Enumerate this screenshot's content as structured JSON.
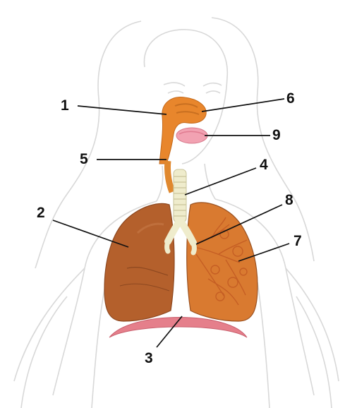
{
  "labels": {
    "l1": "1",
    "l2": "2",
    "l3": "3",
    "l4": "4",
    "l5": "5",
    "l6": "6",
    "l7": "7",
    "l8": "8",
    "l9": "9"
  },
  "colors": {
    "outline": "#d6d6d6",
    "lung": "#b5622e",
    "lung_dark": "#8f4a22",
    "lung_right_fill": "#d9782f",
    "nasal": "#e98a2a",
    "trachea": "#f1efcf",
    "diaphragm": "#e37b86",
    "mouth": "#f3a4b3",
    "leader": "#111111"
  }
}
